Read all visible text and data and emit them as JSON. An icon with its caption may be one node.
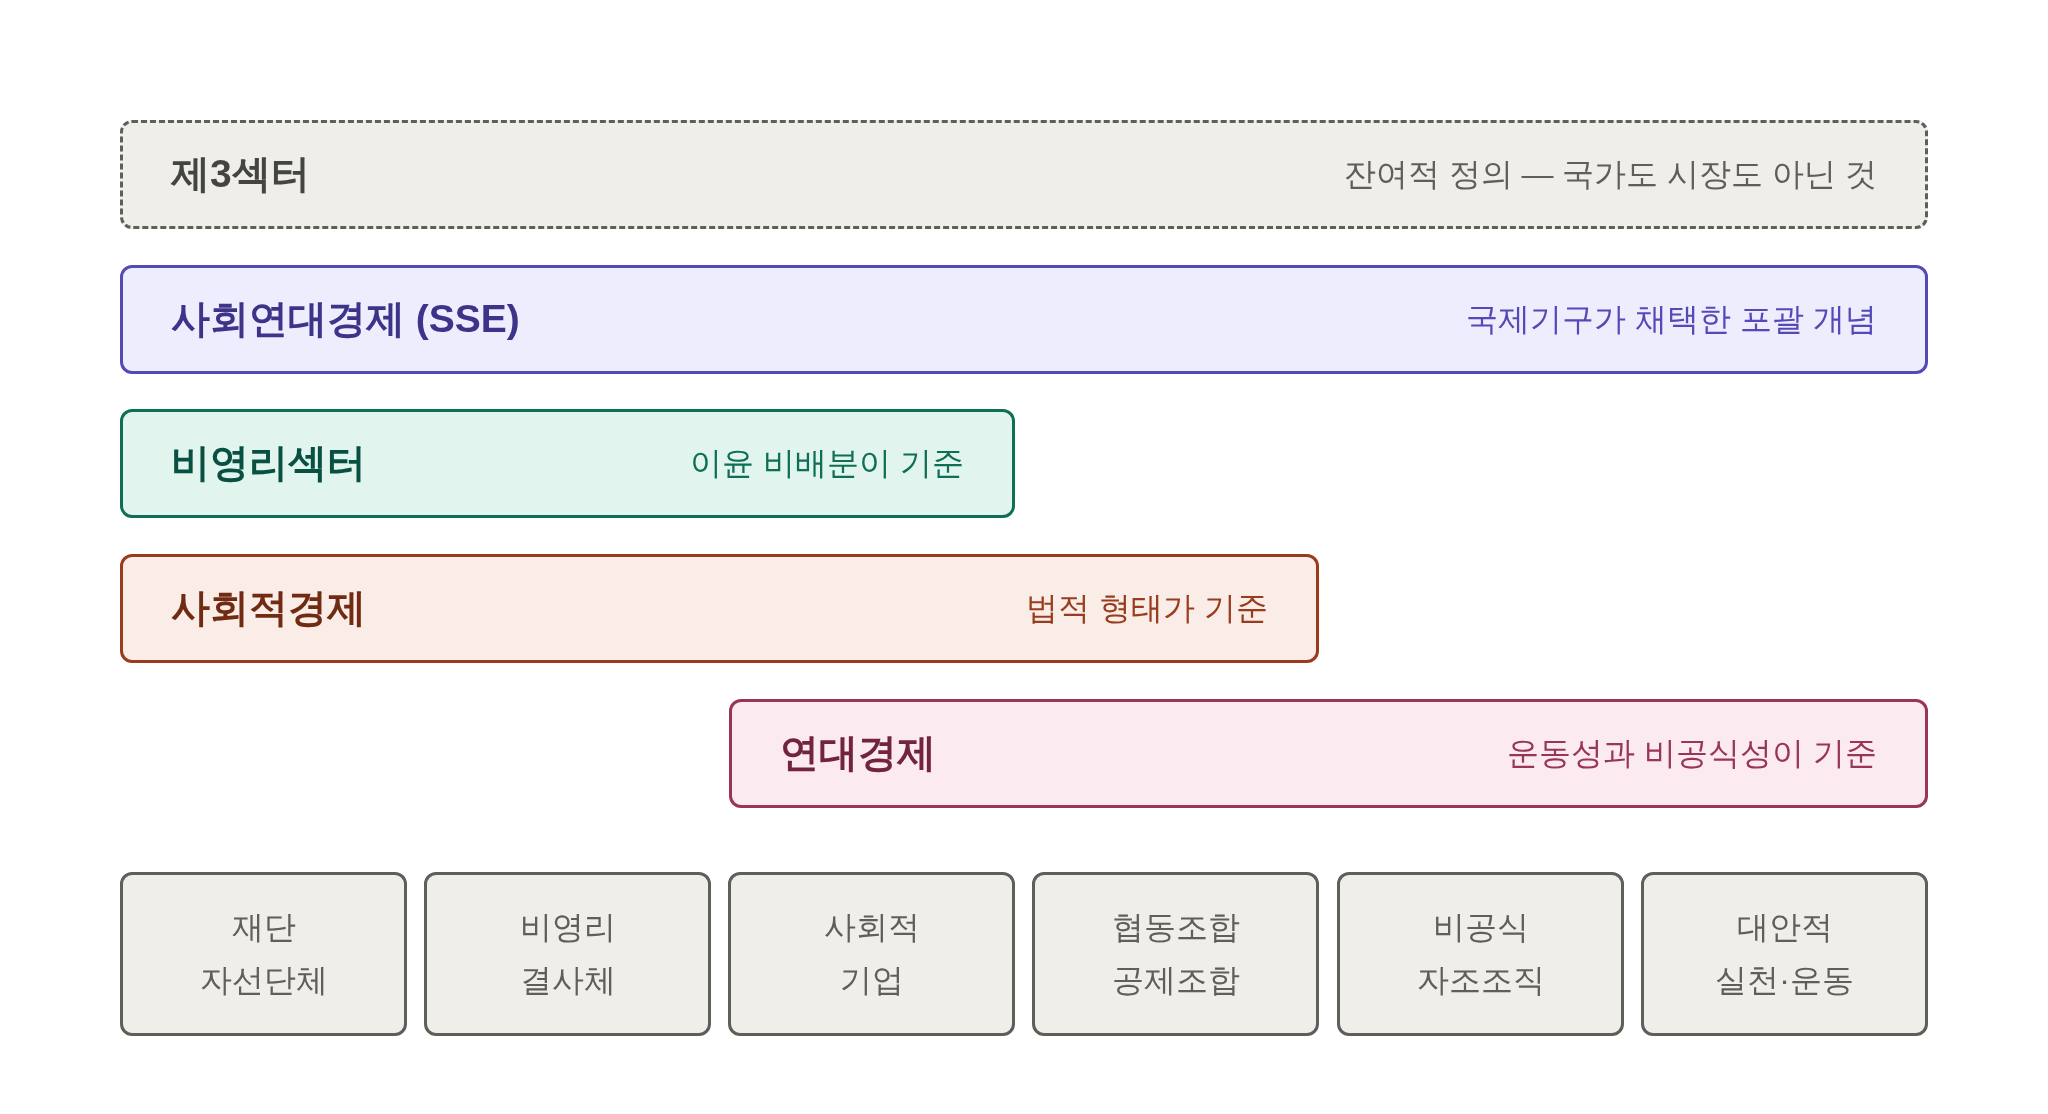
{
  "diagram": {
    "nodes": [
      {
        "text": [
          "제3섹터",
          "잔여적 정의 — 국가도 시장도 아닌 것"
        ]
      },
      {
        "text": [
          "사회연대경제 (SSE)",
          "국제기구가 채택한 포괄 개념"
        ]
      },
      {
        "text": [
          "비영리섹터",
          "이윤 비배분이 기준"
        ]
      },
      {
        "text": [
          "사회적경제",
          "법적 형태가 기준"
        ]
      },
      {
        "text": [
          "연대경제",
          "운동성과 비공식성이 기준"
        ]
      },
      {
        "text": [
          "재단 자선단체"
        ]
      },
      {
        "text": [
          "비영리 결사체"
        ]
      },
      {
        "text": [
          "사회적 기업"
        ]
      },
      {
        "text": [
          "협동조합 공제조합"
        ]
      },
      {
        "text": [
          "비공식 자조조직"
        ]
      },
      {
        "text": [
          "대안적 실천·운동"
        ]
      }
    ]
  }
}
